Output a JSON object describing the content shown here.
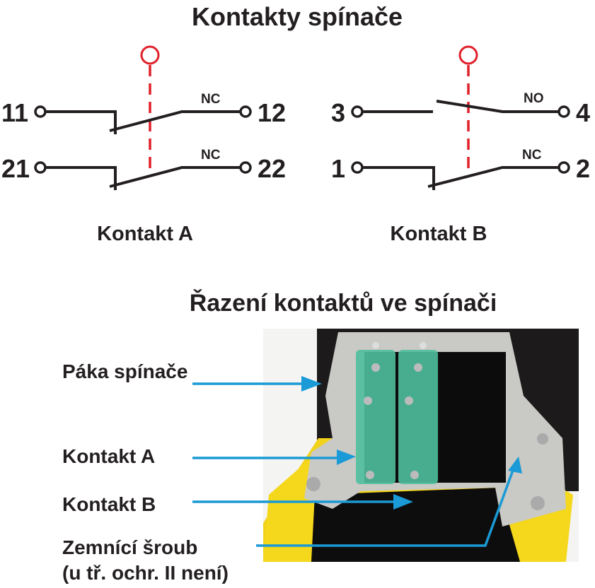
{
  "title": "Kontakty spínače",
  "contact_a": {
    "label": "Kontakt A",
    "rows": [
      {
        "left": "11",
        "right": "12",
        "type": "NC"
      },
      {
        "left": "21",
        "right": "22",
        "type": "NC"
      }
    ]
  },
  "contact_b": {
    "label": "Kontakt B",
    "rows": [
      {
        "left": "3",
        "right": "4",
        "type": "NO"
      },
      {
        "left": "1",
        "right": "2",
        "type": "NC"
      }
    ]
  },
  "arrangement_title": "Řazení kontaktů ve spínači",
  "callouts": {
    "lever": "Páka spínače",
    "contact_a": "Kontakt A",
    "contact_b": "Kontakt B",
    "ground_screw": "Zemnící šroub",
    "ground_note": "(u tř. ochr. II není)"
  },
  "colors": {
    "actuator": "#e0202a",
    "arrow": "#1a9ad6",
    "text": "#231f20"
  }
}
